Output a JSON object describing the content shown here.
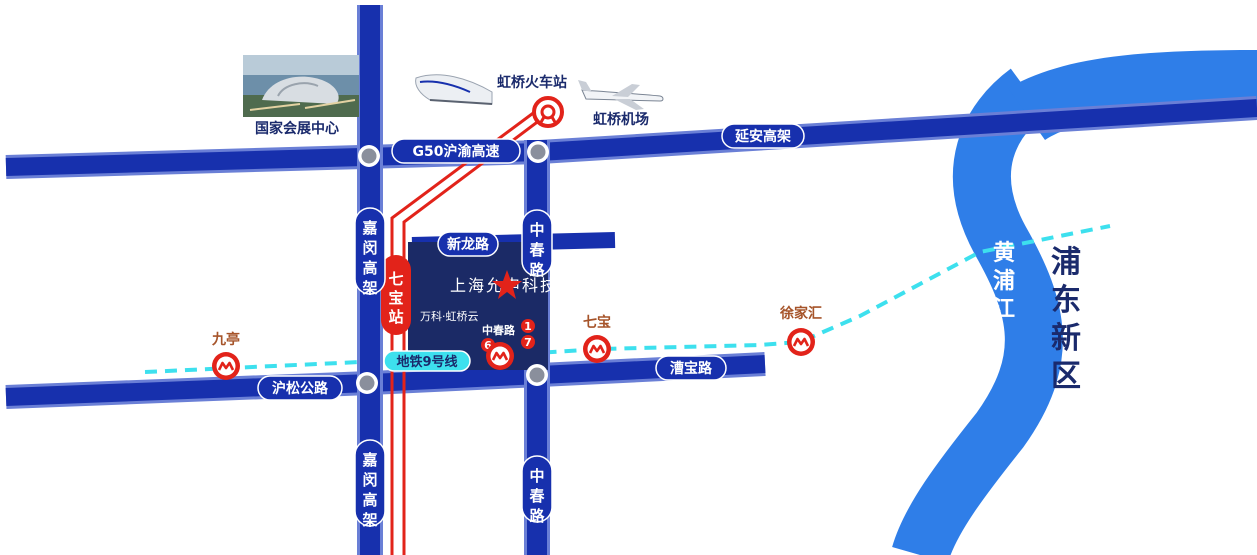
{
  "map": {
    "roads": {
      "g50": "G50沪渝高速",
      "yanan": "延安高架",
      "husong": "沪松公路",
      "caobao": "漕宝路",
      "xinlong": "新龙路",
      "zhongchun_north": "中春路",
      "zhongchun_south": "中春路",
      "jiamin_north": "嘉闵高架",
      "jiamin_south": "嘉闵高架"
    },
    "metro": {
      "line_label": "地铁9号线",
      "hub_name": "中春路",
      "line_badges": [
        "1",
        "7",
        "6"
      ],
      "stations": [
        "九亭",
        "七宝",
        "徐家汇"
      ]
    },
    "rail": {
      "qibao_station": "七宝站",
      "hongqiao_station": "虹桥火车站"
    },
    "pois": {
      "expo": "国家会展中心",
      "airport": "虹桥机场",
      "complex": "万科·虹桥云",
      "company": "上海允申科技"
    },
    "river": "黄浦江",
    "district": "浦东新区",
    "colors": {
      "road": "#1730ad",
      "road_border": "#6a7fd6",
      "river": "#2f7ee8",
      "rail": "#e2231a",
      "metro": "#3de0ee",
      "block": "#1b2a66",
      "interchange": "#8a8f9c"
    }
  }
}
